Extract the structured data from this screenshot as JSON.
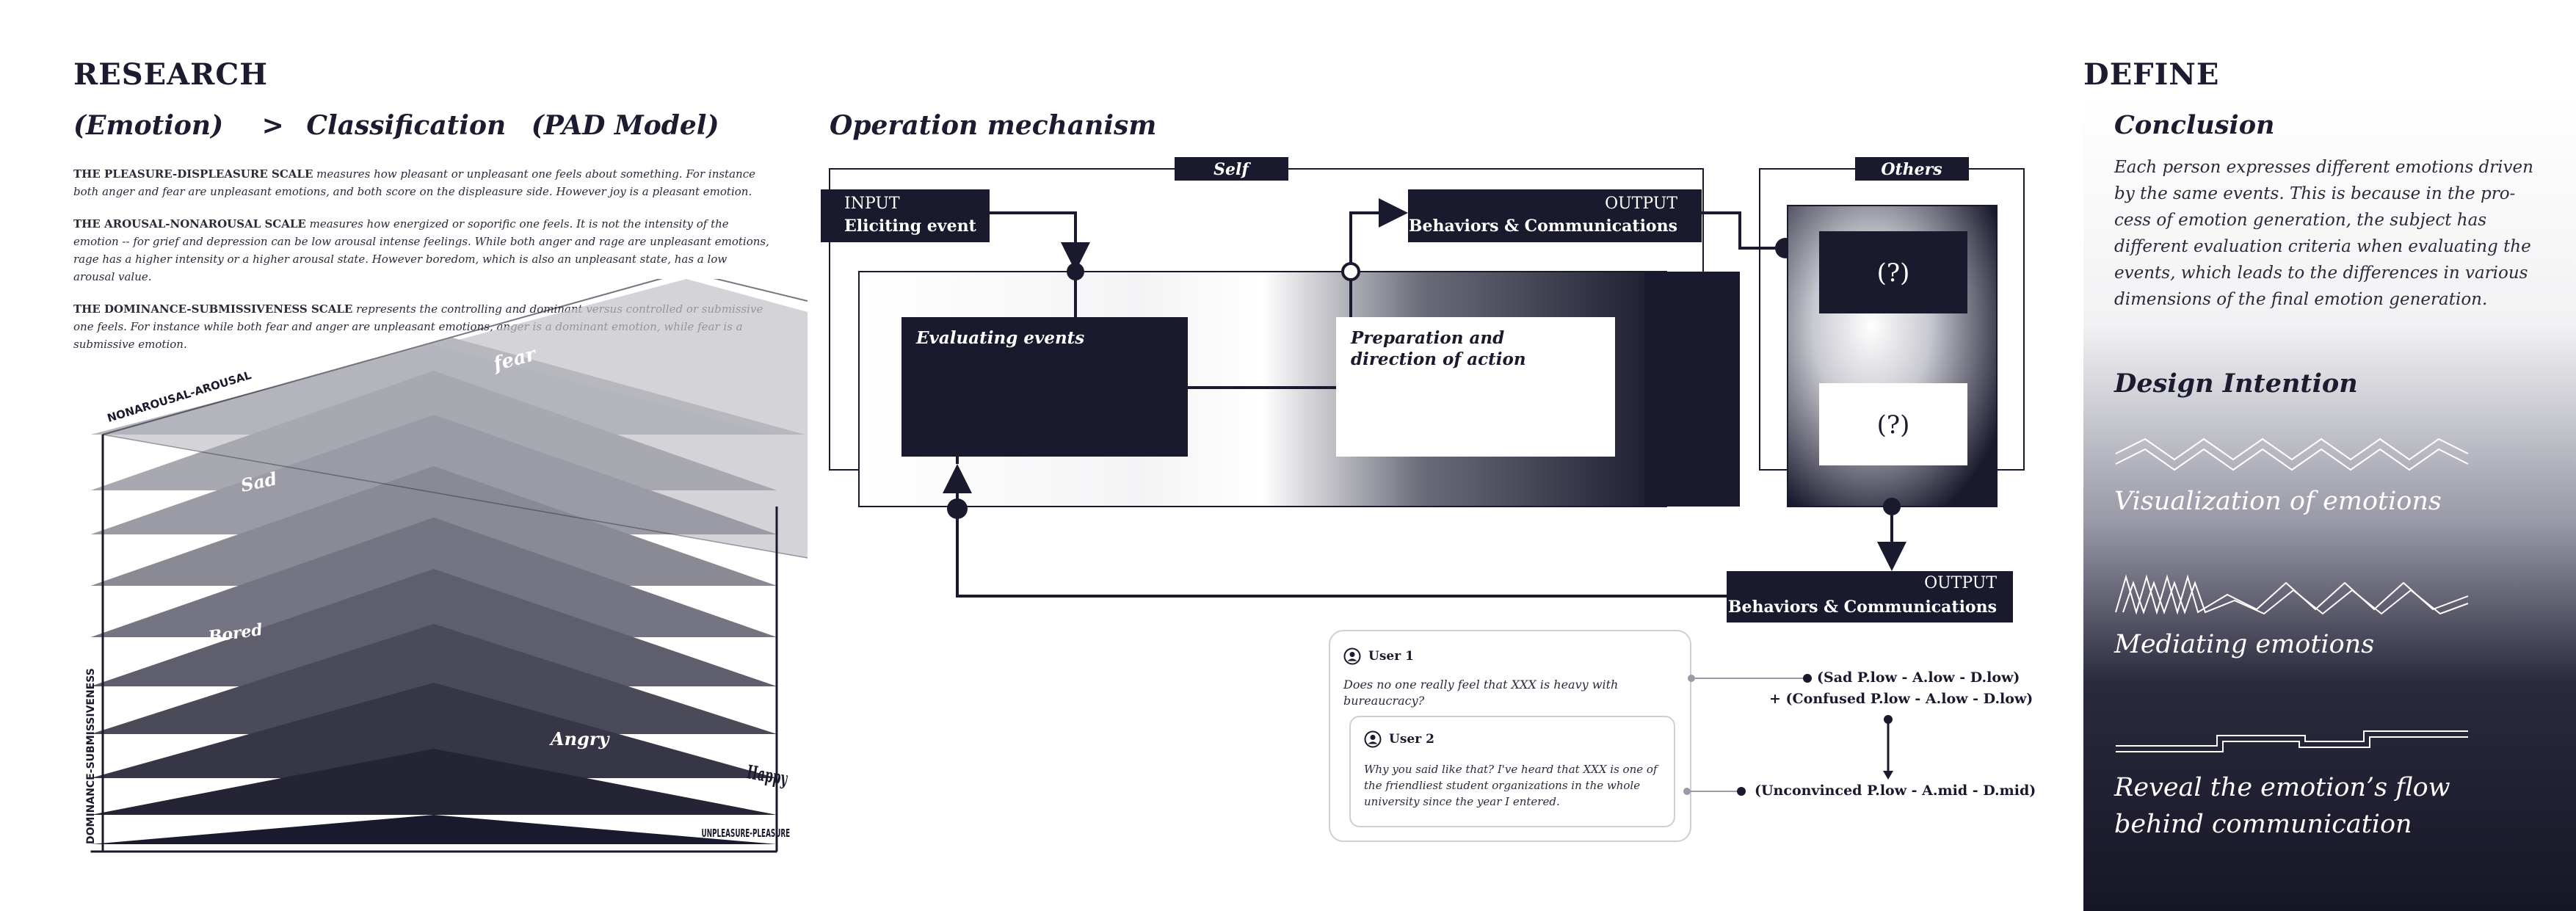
{
  "research": {
    "title": "RESEARCH",
    "breadcrumb": {
      "part1": "(Emotion)",
      "arrow": ">",
      "part2": "Classification",
      "part3": "(PAD Model)"
    },
    "paragraphs": [
      {
        "lead": "THE PLEASURE-DISPLEASURE SCALE",
        "text": " measures how pleasant or unpleasant one feels about something. For instance both anger and fear are unpleasant emotions, and both score on the displeasure side. However joy is a pleasant emotion."
      },
      {
        "lead": "THE AROUSAL-NONAROUSAL SCALE",
        "text": " measures how energized or soporific one feels. It is not the intensity of the emotion -- for grief and depression can be low arousal intense feelings. While both anger and rage are unpleasant emotions, rage has a higher intensity or a higher arousal state. However boredom, which is also an unpleasant state, has a low arousal value."
      },
      {
        "lead": "THE DOMINANCE-SUBMISSIVENESS SCALE",
        "text": " represents the controlling and dominant versus controlled or submissive one feels. For instance while both fear and anger are unpleasant emotions, anger is a dominant emotion, while fear is a submissive emotion."
      }
    ],
    "pad_chart": {
      "axis_arousal": "NONAROUSAL-AROUSAL",
      "axis_dominance": "DOMINANCE-SUBMISSIVENESS",
      "axis_pleasure": "UNPLEASURE-PLEASURE",
      "emotions": [
        "fear",
        "Sad",
        "Bored",
        "Angry",
        "Happy"
      ]
    }
  },
  "operation": {
    "title": "Operation mechanism",
    "self_label": "Self",
    "others_label": "Others",
    "input_label": "INPUT",
    "input_sub": "Eliciting event",
    "output_label": "OUTPUT",
    "output_sub": "Behaviors & Communications",
    "output2_label": "OUTPUT",
    "output2_sub": "Behaviors & Communications",
    "evaluating": "Evaluating events",
    "preparation_line1": "Preparation and",
    "preparation_line2": "direction of action",
    "unknown1": "(?)",
    "unknown2": "(?)"
  },
  "chat": {
    "user1_name": "User 1",
    "user1_text": "Does no one really feel that XXX is heavy with bureaucracy?",
    "user2_name": "User 2",
    "user2_text_line1": "Why you said like that? I've heard that XXX is one of",
    "user2_text_line2": "the friendliest  student organizations in the whole",
    "user2_text_line3": "university since the year I entered.",
    "pad1_line1": "(Sad P.low - A.low - D.low)",
    "pad1_line2": "+ (Confused P.low - A.low - D.low)",
    "pad2": "(Unconvinced P.low - A.mid - D.mid)"
  },
  "define": {
    "title": "DEFINE",
    "conclusion_title": "Conclusion",
    "conclusion_lines": [
      "Each person expresses different emotions driven",
      "by the same events. This is because in the pro-",
      "cess of emotion generation, the subject has",
      "different evaluation criteria when evaluating the",
      "events, which leads to the differences in various",
      "dimensions of the final emotion generation."
    ],
    "design_title": "Design Intention",
    "item1": "Visualization of emotions",
    "item2": "Mediating emotions",
    "item3_line1": "Reveal the emotion’s flow",
    "item3_line2": "behind communication"
  },
  "colors": {
    "navy": "#1a1a2e",
    "gray": "#9a9aa8",
    "white": "#ffffff"
  }
}
